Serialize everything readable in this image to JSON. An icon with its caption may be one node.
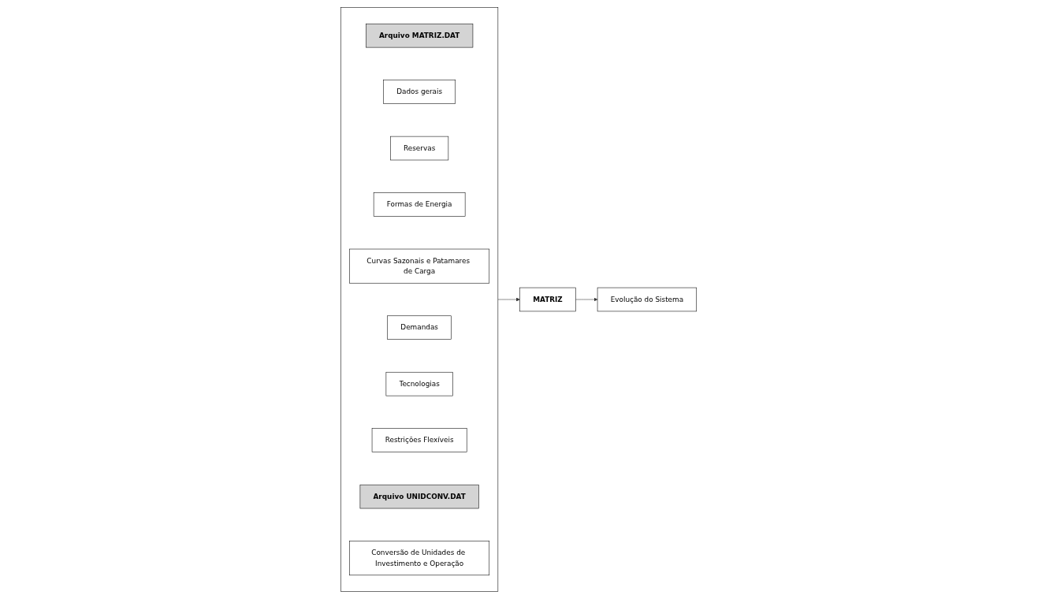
{
  "diagram": {
    "nodes": [
      {
        "text": [],
        "shape": "box"
      },
      {
        "text": [
          "Arquivo MATRIZ.DAT"
        ],
        "in": 0
      },
      {
        "text": [
          "Dados gerais"
        ],
        "in": 0
      },
      {
        "text": [
          "Reservas"
        ],
        "in": 0
      },
      {
        "text": [
          "Formas de Energia"
        ],
        "in": 0
      },
      {
        "text": [
          "Curvas Sazonais e Patamares de Carga"
        ],
        "in": 0
      },
      {
        "text": [
          "Demandas"
        ],
        "in": 0
      },
      {
        "text": [
          "Tecnologias"
        ],
        "in": 0
      },
      {
        "text": [
          "Restrições Flexíveis"
        ],
        "in": 0
      },
      {
        "text": [
          "Arquivo UNIDCONV.DAT"
        ],
        "in": 0
      },
      {
        "text": [
          "Conversão de Unidades de Investimento e Operação"
        ],
        "in": 0
      },
      {
        "text": [
          "MATRIZ"
        ]
      },
      {
        "text": [
          "Evolução do Sistema"
        ]
      }
    ],
    "edges": [
      {
        "from": 0,
        "to": 11,
        "arrow": "to"
      },
      {
        "from": 11,
        "to": 12,
        "arrow": "to"
      }
    ]
  }
}
